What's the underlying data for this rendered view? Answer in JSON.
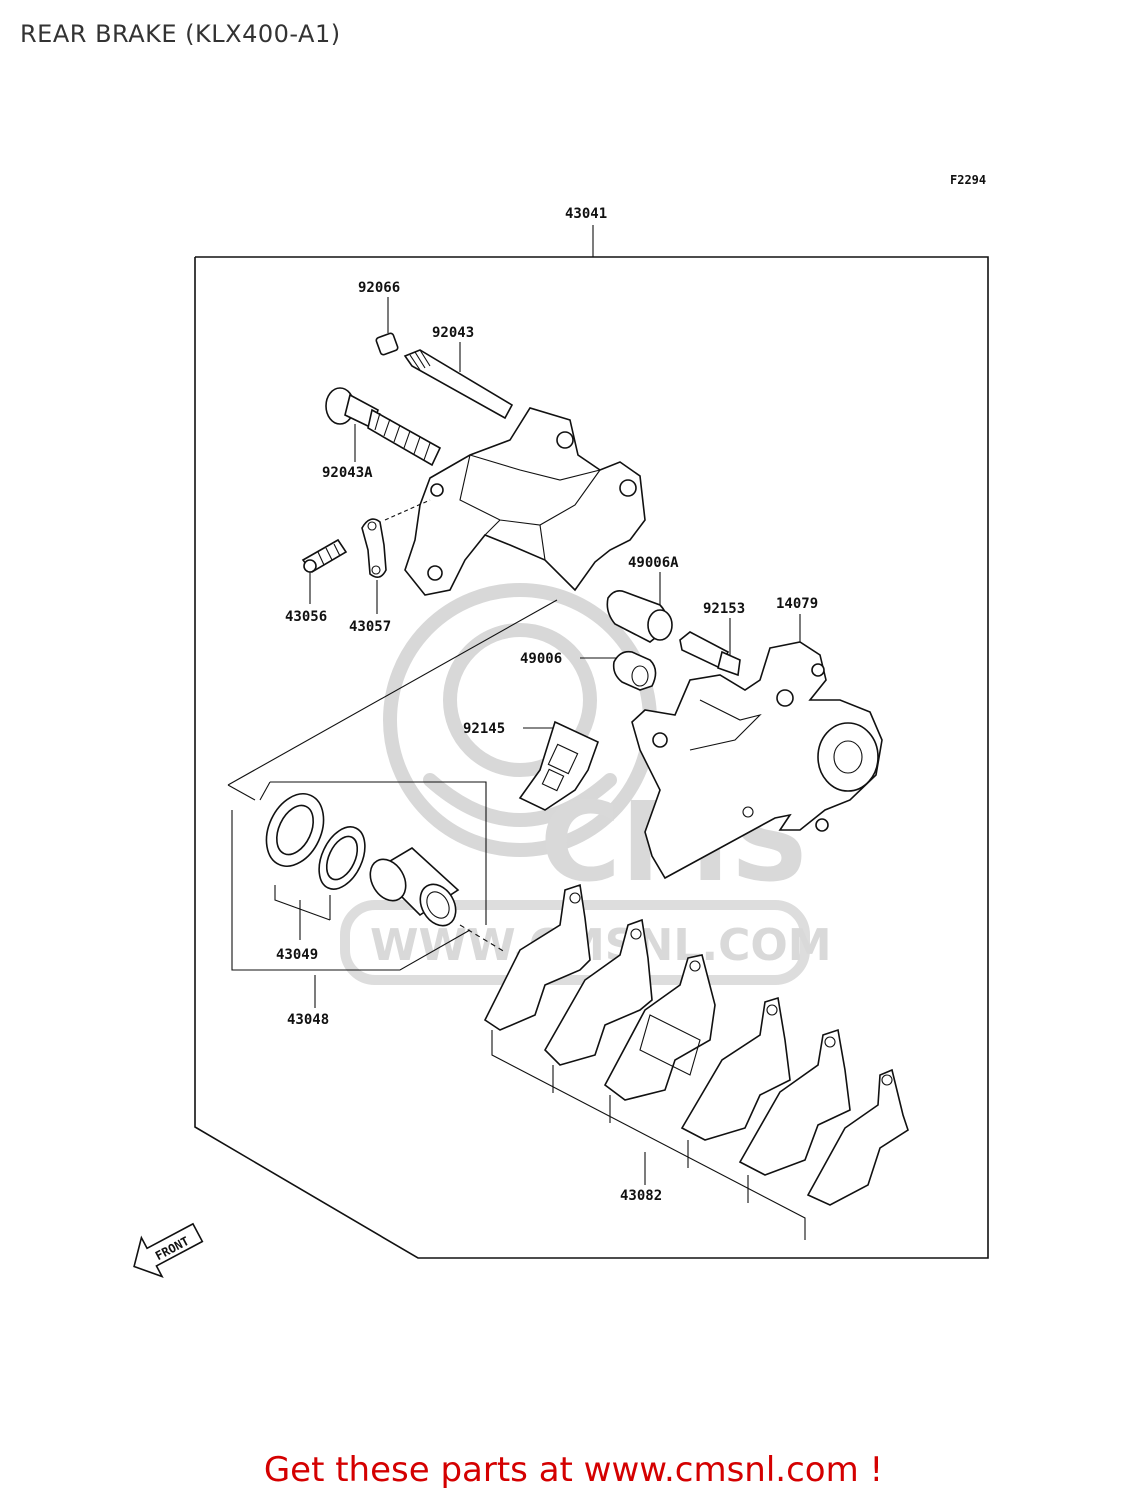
{
  "page": {
    "title": "REAR BRAKE (KLX400-A1)",
    "promo_text": "Get these parts at www.cmsnl.com !"
  },
  "diagram": {
    "figure_code": "F2294",
    "front_label": "FRONT",
    "watermark": {
      "brand": "CMS",
      "url": "WWW.CMSNL.COM"
    },
    "callouts": {
      "p43041": "43041",
      "p92066": "92066",
      "p92043": "92043",
      "p92043A": "92043A",
      "p49006A": "49006A",
      "p92153": "92153",
      "p14079": "14079",
      "p43056": "43056",
      "p43057": "43057",
      "p49006": "49006",
      "p92145": "92145",
      "p43049": "43049",
      "p43048": "43048",
      "p43082": "43082"
    }
  }
}
